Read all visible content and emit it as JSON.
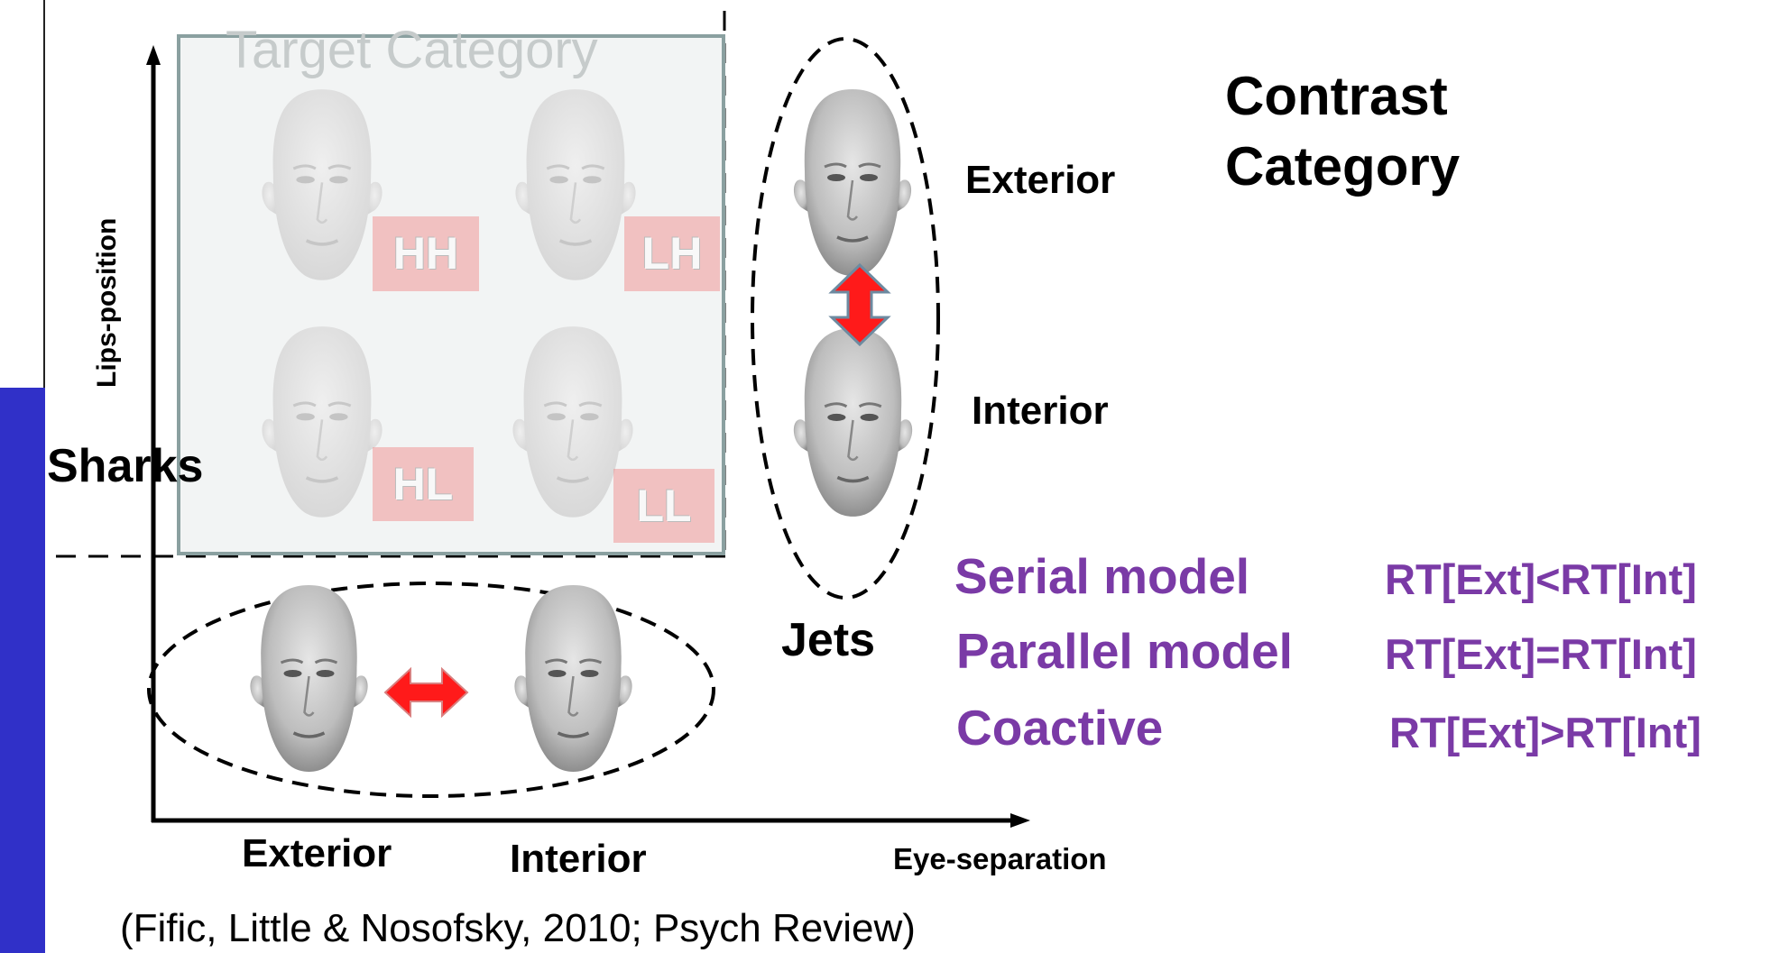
{
  "diagram": {
    "target_category": "Target Category",
    "contrast_category": [
      "Contrast",
      "Category"
    ],
    "sharks": "Sharks",
    "jets": "Jets",
    "y_axis_label": "Lips-position",
    "x_axis_label": "Eye-separation",
    "x_levels": [
      "Exterior",
      "Interior"
    ],
    "y_levels": [
      "Exterior",
      "Interior"
    ],
    "target_tags": [
      "HH",
      "LH",
      "HL",
      "LL"
    ],
    "citation": "(Fific, Little & Nosofsky, 2010; Psych Review)"
  },
  "models": [
    {
      "name": "Serial model",
      "prediction": "RT[Ext]<RT[Int]"
    },
    {
      "name": "Parallel model",
      "prediction": "RT[Ext]=RT[Int]"
    },
    {
      "name": "Coactive",
      "prediction": "RT[Ext]>RT[Int]"
    }
  ],
  "colors": {
    "model_text": "#7a3aa6",
    "left_bar": "#3030c8",
    "arrow": "#ff1a1a",
    "tag_fill": "#f08282"
  },
  "icons": [
    "face-image",
    "double-arrow-vertical",
    "double-arrow-horizontal"
  ]
}
